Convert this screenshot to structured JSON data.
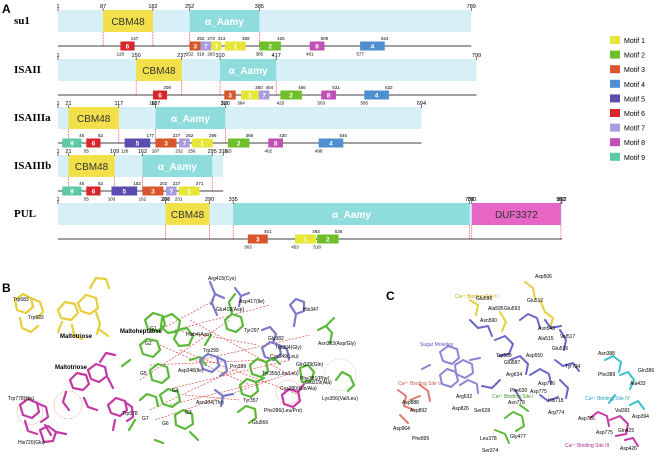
{
  "panels": {
    "A": {
      "label": "A",
      "proteins": [
        {
          "name": "su1",
          "length": 789,
          "ticks": [
            {
              "v": "1",
              "pos": 1
            },
            {
              "v": "87",
              "pos": 87
            },
            {
              "v": "182",
              "pos": 182
            },
            {
              "v": "252",
              "pos": 252
            },
            {
              "v": "385",
              "pos": 385
            },
            {
              "v": "789",
              "pos": 789
            }
          ],
          "domains": [
            {
              "label": "CBM48",
              "start": 87,
              "end": 182,
              "type": "cbm"
            },
            {
              "label": "α_Aamy",
              "start": 252,
              "end": 385,
              "type": "aamy"
            }
          ],
          "motifs": [
            {
              "motif": 6,
              "start": 120,
              "end": 147,
              "top": "147",
              "bottom": "120"
            },
            {
              "motif": 3,
              "start": 252,
              "end": 273,
              "top": "252",
              "bottom": "252"
            },
            {
              "motif": 7,
              "start": 273,
              "end": 293,
              "top": "273",
              "bottom": "319"
            },
            {
              "motif": 1,
              "start": 293,
              "end": 313,
              "top": "313",
              "bottom": "293"
            },
            {
              "motif": 1,
              "start": 319,
              "end": 359,
              "top": "359",
              "bottom": ""
            },
            {
              "motif": 2,
              "start": 385,
              "end": 426,
              "top": "426",
              "bottom": "385"
            },
            {
              "motif": 8,
              "start": 481,
              "end": 509,
              "top": "509",
              "bottom": "481"
            },
            {
              "motif": 4,
              "start": 577,
              "end": 624,
              "top": "624",
              "bottom": "577"
            }
          ]
        },
        {
          "name": "ISAII",
          "length": 799,
          "ticks": [
            {
              "v": "1",
              "pos": 1
            },
            {
              "v": "150",
              "pos": 150
            },
            {
              "v": "237",
              "pos": 237
            },
            {
              "v": "310",
              "pos": 310
            },
            {
              "v": "417",
              "pos": 417
            },
            {
              "v": "799",
              "pos": 799
            }
          ],
          "domains": [
            {
              "label": "CBM48",
              "start": 150,
              "end": 237,
              "type": "cbm"
            },
            {
              "label": "α_Aamy",
              "start": 310,
              "end": 417,
              "type": "aamy"
            }
          ],
          "motifs": [
            {
              "motif": 6,
              "start": 182,
              "end": 209,
              "top": "209",
              "bottom": "182"
            },
            {
              "motif": 3,
              "start": 318,
              "end": 340,
              "top": "",
              "bottom": "318"
            },
            {
              "motif": 1,
              "start": 350,
              "end": 384,
              "top": "350",
              "bottom": "364"
            },
            {
              "motif": 7,
              "start": 384,
              "end": 404,
              "top": "404",
              "bottom": ""
            },
            {
              "motif": 2,
              "start": 425,
              "end": 466,
              "top": "466",
              "bottom": "425"
            },
            {
              "motif": 8,
              "start": 503,
              "end": 531,
              "top": "531",
              "bottom": "503"
            },
            {
              "motif": 4,
              "start": 585,
              "end": 632,
              "top": "632",
              "bottom": "585"
            }
          ]
        },
        {
          "name": "ISAIIIa",
          "length": 694,
          "ticks": [
            {
              "v": "1",
              "pos": 1
            },
            {
              "v": "21",
              "pos": 21
            },
            {
              "v": "117",
              "pos": 117
            },
            {
              "v": "187",
              "pos": 187
            },
            {
              "v": "320",
              "pos": 320
            },
            {
              "v": "694",
              "pos": 694
            }
          ],
          "domains": [
            {
              "label": "CBM48",
              "start": 21,
              "end": 117,
              "type": "cbm"
            },
            {
              "label": "α_Aamy",
              "start": 187,
              "end": 320,
              "type": "aamy"
            }
          ],
          "motifs": [
            {
              "motif": 9,
              "start": 9,
              "end": 46,
              "top": "",
              "bottom": ""
            },
            {
              "motif": 6,
              "start": 55,
              "end": 82,
              "top": "82",
              "bottom": "55"
            },
            {
              "motif": 5,
              "start": 128,
              "end": 177,
              "top": "177",
              "bottom": "128"
            },
            {
              "motif": 3,
              "start": 187,
              "end": 227,
              "top": "227",
              "bottom": "187"
            },
            {
              "motif": 7,
              "start": 232,
              "end": 252,
              "top": "252",
              "bottom": "232"
            },
            {
              "motif": 1,
              "start": 256,
              "end": 296,
              "top": "296",
              "bottom": "256"
            },
            {
              "motif": 2,
              "start": 325,
              "end": 366,
              "top": "366",
              "bottom": "325"
            },
            {
              "motif": 8,
              "start": 402,
              "end": 430,
              "top": "430",
              "bottom": "402"
            },
            {
              "motif": 4,
              "start": 498,
              "end": 545,
              "top": "545",
              "bottom": "498"
            }
          ],
          "extra_labels": [
            {
              "v": "46",
              "pos": 46
            }
          ]
        },
        {
          "name": "ISAIIIb",
          "length": 316,
          "ticks": [
            {
              "v": "1",
              "pos": 1
            },
            {
              "v": "21",
              "pos": 21
            },
            {
              "v": "109",
              "pos": 109
            },
            {
              "v": "162",
              "pos": 162
            },
            {
              "v": "295",
              "pos": 295
            },
            {
              "v": "316",
              "pos": 316
            }
          ],
          "domains": [
            {
              "label": "CBM48",
              "start": 21,
              "end": 109,
              "type": "cbm"
            },
            {
              "label": "α_Aamy",
              "start": 162,
              "end": 295,
              "type": "aamy"
            }
          ],
          "motifs": [
            {
              "motif": 9,
              "start": 9,
              "end": 46,
              "top": "",
              "bottom": ""
            },
            {
              "motif": 6,
              "start": 55,
              "end": 82,
              "top": "82",
              "bottom": "55"
            },
            {
              "motif": 5,
              "start": 103,
              "end": 152,
              "top": "152",
              "bottom": "103"
            },
            {
              "motif": 3,
              "start": 162,
              "end": 202,
              "top": "202",
              "bottom": "162"
            },
            {
              "motif": 7,
              "start": 207,
              "end": 227,
              "top": "227",
              "bottom": "207"
            },
            {
              "motif": 1,
              "start": 231,
              "end": 271,
              "top": "271",
              "bottom": "231"
            }
          ],
          "extra_labels": [
            {
              "v": "46",
              "pos": 46
            }
          ]
        },
        {
          "name": "PUL",
          "length": 962,
          "ticks": [
            {
              "v": "1",
              "pos": 1
            },
            {
              "v": "206",
              "pos": 206
            },
            {
              "v": "290",
              "pos": 290
            },
            {
              "v": "335",
              "pos": 335
            },
            {
              "v": "786",
              "pos": 786
            },
            {
              "v": "790",
              "pos": 790
            },
            {
              "v": "960",
              "pos": 960
            },
            {
              "v": "962",
              "pos": 962
            }
          ],
          "domains": [
            {
              "label": "CBM48",
              "start": 206,
              "end": 290,
              "type": "cbm"
            },
            {
              "label": "α_Aamy",
              "start": 335,
              "end": 786,
              "type": "aamy"
            },
            {
              "label": "DUF3372",
              "start": 790,
              "end": 960,
              "type": "duf"
            }
          ],
          "motifs": [
            {
              "motif": 3,
              "start": 363,
              "end": 401,
              "top": "401",
              "bottom": "363"
            },
            {
              "motif": 1,
              "start": 453,
              "end": 493,
              "top": "493",
              "bottom": "453"
            },
            {
              "motif": 2,
              "start": 495,
              "end": 536,
              "top": "536",
              "bottom": "518"
            }
          ]
        }
      ],
      "legend": [
        {
          "motif": 1,
          "label": "Motif 1",
          "color": "#e6e639"
        },
        {
          "motif": 2,
          "label": "Motif 2",
          "color": "#6fbf2a"
        },
        {
          "motif": 3,
          "label": "Motif 3",
          "color": "#d9562b"
        },
        {
          "motif": 4,
          "label": "Motif 4",
          "color": "#4d8fd1"
        },
        {
          "motif": 5,
          "label": "Motif 5",
          "color": "#5a4bb0"
        },
        {
          "motif": 6,
          "label": "Motif 6",
          "color": "#d9262b"
        },
        {
          "motif": 7,
          "label": "Motif 7",
          "color": "#a99be0"
        },
        {
          "motif": 8,
          "label": "Motif 8",
          "color": "#c04fb6"
        },
        {
          "motif": 9,
          "label": "Motif 9",
          "color": "#5cc9a3"
        }
      ],
      "colors": {
        "cbm": "#f2e04b",
        "aamy": "#8fdcdc",
        "duf": "#e765c4",
        "track": "#d7f0f7"
      }
    },
    "B": {
      "label": "B",
      "ligands": [
        "Maltotriose",
        "Maltoheptaose",
        "Maltotriose"
      ],
      "residues": [
        "Trp683",
        "Trp693",
        "Trp778(His)",
        "His720(Glu)",
        "Trp578",
        "Arg415(Cys)",
        "Asp417(Ile)",
        "Glu418(Asp)",
        "Tyr297",
        "Hisb4(Asn)",
        "Trp299",
        "Asp348(Ile)",
        "Asn304(Thr)",
        "Tyr357",
        "Glu566",
        "His347",
        "Gly382",
        "Trp304(Gly)",
        "Cys349(Leu)",
        "Tyr355(Leu/Leu)",
        "Gln379(Gln)",
        "Glu319(Ala)",
        "Phe381(Phe)",
        "Asn383(Asp/Gly)",
        "Lys356(Val/Leu)",
        "Cys280(Gln/Ala)",
        "Phe286(Leu/Pro)",
        "Pro399",
        "G1",
        "G2",
        "G4",
        "G5",
        "G6",
        "G7",
        "G3"
      ],
      "residue_colors": {
        "carbon": "#5cb83a",
        "ligand": "#e6cf3a",
        "sugar": "#c43aa5",
        "hydrogen_bond": "#e0302b"
      }
    },
    "C": {
      "label": "C",
      "sites": [
        {
          "label": "Ca²⁺ Binding Site I",
          "color": "#5cb83a"
        },
        {
          "label": "Ca²⁺ Binding Site II",
          "color": "#e6cf3a"
        },
        {
          "label": "Ca²⁺ Binding Site III",
          "color": "#c43aa5"
        },
        {
          "label": "Ca²⁺ Binding Site IV",
          "color": "#3dbfd0"
        },
        {
          "label": "Ca²⁺ Binding Site V",
          "color": "#e07a6a"
        }
      ],
      "other_labels": [
        "Sugar Moieties"
      ],
      "residues": [
        "Asp506",
        "Glu596",
        "Ala595",
        "Glu593",
        "Glu512",
        "Asn590",
        "Asn543",
        "Val517",
        "Ala515",
        "Glu516",
        "Trp589",
        "Glu587",
        "Asp550",
        "Arg634",
        "Phe630",
        "Asp775",
        "His718",
        "Asn778",
        "Asp776",
        "Gln386",
        "Asp826",
        "Ser628",
        "Arg632",
        "Asp888",
        "Asp892",
        "Asp964",
        "Phe895",
        "Leu378",
        "Gly477",
        "Ser374",
        "Arg774",
        "Tyr734",
        "Asn388",
        "Phe389",
        "Ala433",
        "Val391",
        "Asp726",
        "Asp394",
        "Asp775",
        "Gln425",
        "Asp426"
      ]
    }
  }
}
